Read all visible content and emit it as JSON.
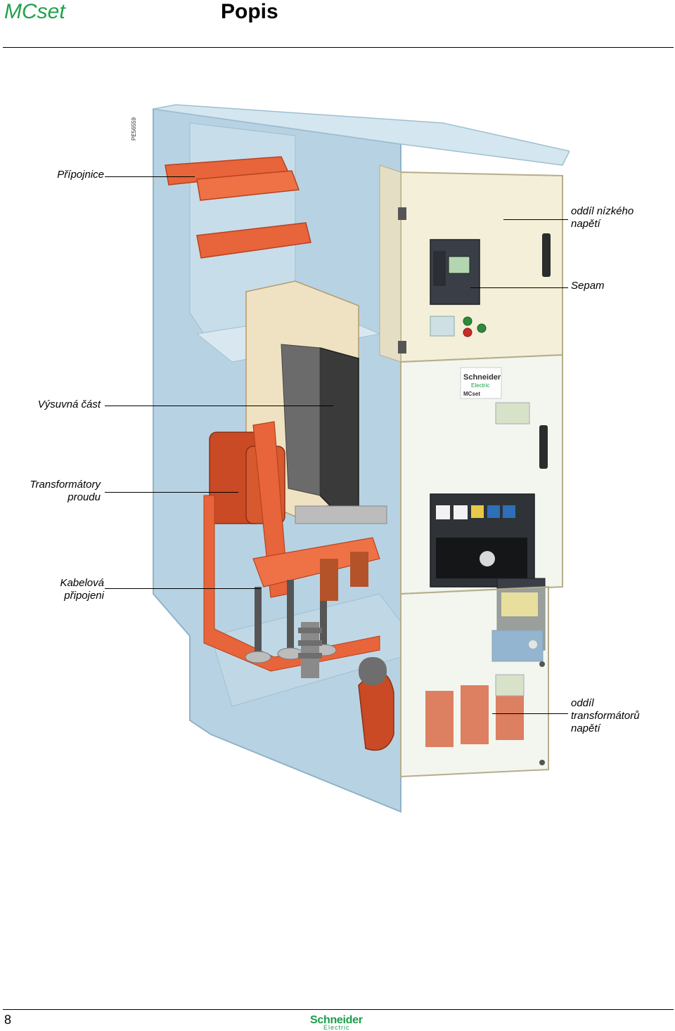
{
  "header": {
    "brand": "MCset",
    "title": "Popis"
  },
  "photo_code": "PE56559",
  "callouts": {
    "busbars": "Přípojnice",
    "lv_compartment_line1": "oddíl nízkého",
    "lv_compartment_line2": "napětí",
    "sepam": "Sepam",
    "withdrawable": "Výsuvná část",
    "ct_line1": "Transformátory",
    "ct_line2": "proudu",
    "cable_line1": "Kabelová",
    "cable_line2": "připojeni",
    "vt_line1": "oddíl",
    "vt_line2": "transformátorů",
    "vt_line3": "napětí"
  },
  "panel_logo": {
    "line1": "Schneider",
    "line2": "Electric",
    "line3": "MCset"
  },
  "footer": {
    "page_number": "8",
    "logo_name": "Schneider",
    "logo_sub": "Electric"
  },
  "colors": {
    "brand_green": "#1fa24a",
    "cabinet_blue": "#a9c9dc",
    "panel_cream": "#f3efd8",
    "copper_orange": "#e8643a"
  }
}
